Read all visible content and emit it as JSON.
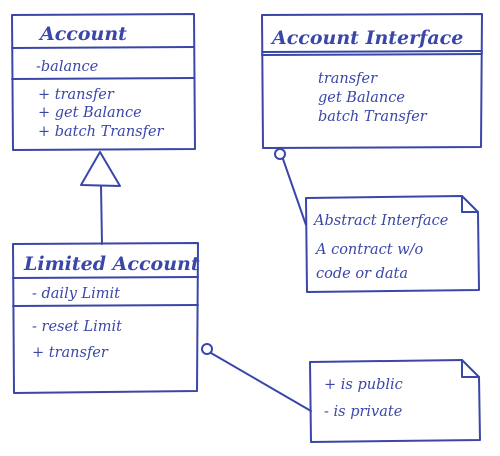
{
  "classes": {
    "account": {
      "name": "Account",
      "attributes": [
        "-balance"
      ],
      "operations": [
        "+ transfer",
        "+ get Balance",
        "+ batch Transfer"
      ]
    },
    "account_interface": {
      "name": "Account Interface",
      "operations": [
        "transfer",
        "get Balance",
        "batch Transfer"
      ]
    },
    "limited_account": {
      "name": "Limited Account",
      "attributes": [
        "- daily Limit"
      ],
      "operations": [
        "- reset Limit",
        "+ transfer"
      ]
    }
  },
  "notes": {
    "abstract_interface": [
      "Abstract Interface",
      "A contract w/o",
      "code or data"
    ],
    "visibility": [
      "+ is public",
      "- is private"
    ]
  },
  "colors": {
    "ink": "#3a47a8",
    "background": "#ffffff"
  }
}
